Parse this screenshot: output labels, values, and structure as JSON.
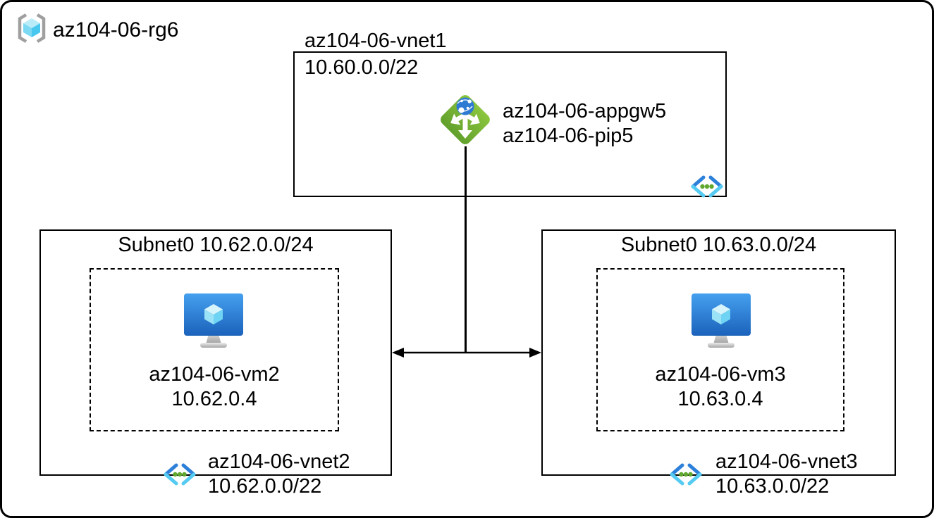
{
  "diagram": {
    "resource_group": {
      "name": "az104-06-rg6"
    },
    "vnet1": {
      "name": "az104-06-vnet1",
      "cidr": "10.60.0.0/22",
      "app_gateway": "az104-06-appgw5",
      "public_ip": "az104-06-pip5"
    },
    "left": {
      "subnet_title": "Subnet0 10.62.0.0/24",
      "vm_name": "az104-06-vm2",
      "vm_ip": "10.62.0.4",
      "vnet_name": "az104-06-vnet2",
      "vnet_cidr": "10.62.0.0/22"
    },
    "right": {
      "subnet_title": "Subnet0 10.63.0.0/24",
      "vm_name": "az104-06-vm3",
      "vm_ip": "10.63.0.4",
      "vnet_name": "az104-06-vnet3",
      "vnet_cidr": "10.63.0.0/22"
    },
    "icons": {
      "resource_group": "resource-group-icon",
      "application_gateway": "application-gateway-icon",
      "virtual_network": "virtual-network-icon",
      "virtual_machine": "virtual-machine-icon"
    },
    "colors": {
      "appgw_green_light": "#8cc63e",
      "appgw_green_dark": "#61a02c",
      "globe_blue": "#2e7ad3",
      "vnet_arm_blue": "#2d80d9",
      "vnet_arm_cyan": "#55cbf2",
      "vnet_dot_green": "#60a82f",
      "vm_monitor_top": "#45a0ef",
      "vm_monitor_bottom": "#1b62bb",
      "cube_top": "#b9ebf9",
      "cube_left": "#7bd9f4",
      "cube_right": "#49c8ef",
      "bracket_gray": "#9f9f9f",
      "line": "#000000",
      "background": "#ffffff"
    }
  }
}
